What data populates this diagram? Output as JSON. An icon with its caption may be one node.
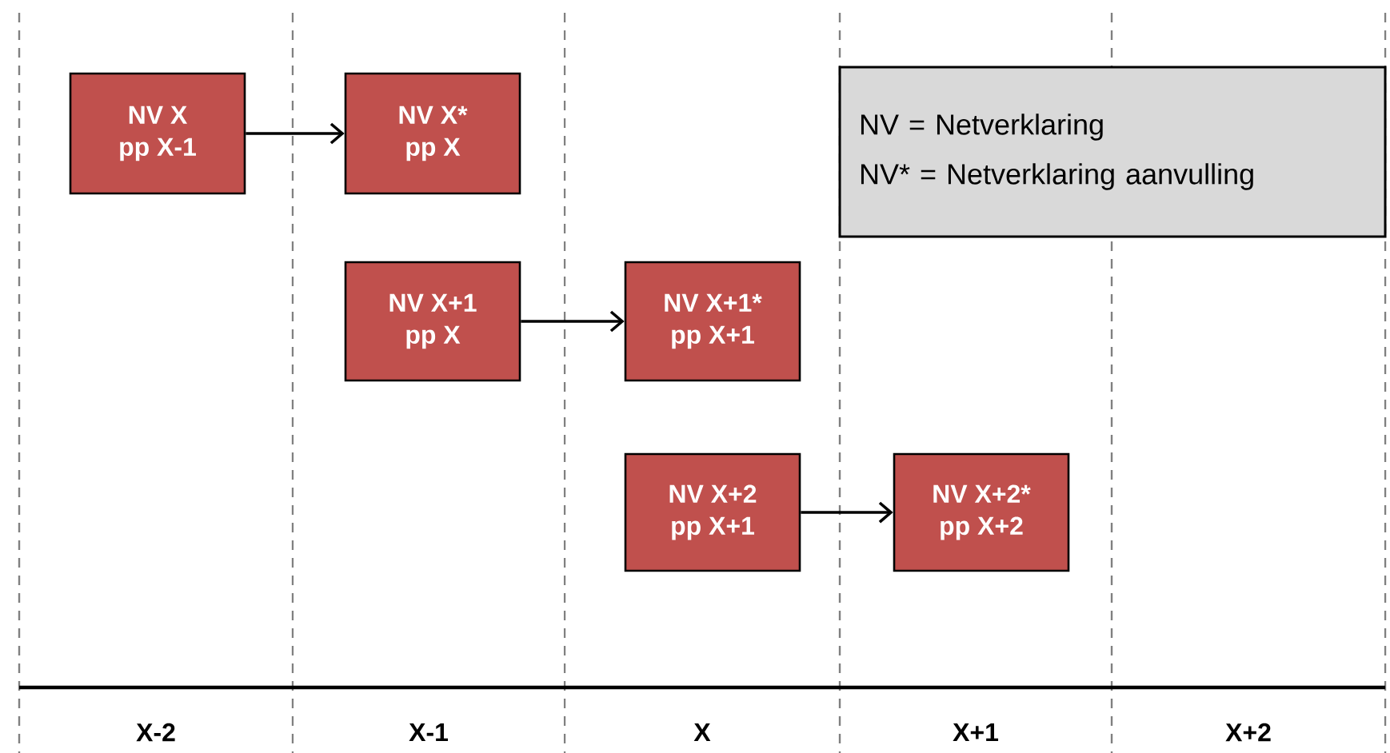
{
  "diagram": {
    "nodes": [
      {
        "text": [
          "NV X",
          "pp X-1"
        ]
      },
      {
        "text": [
          "NV X*",
          "pp X"
        ]
      },
      {
        "text": [
          "NV X+1",
          "pp X"
        ]
      },
      {
        "text": [
          "NV X+1*",
          "pp X+1"
        ]
      },
      {
        "text": [
          "NV X+2",
          "pp X+1"
        ]
      },
      {
        "text": [
          "NV X+2*",
          "pp X+2"
        ]
      },
      {
        "text": [
          "NV = Netverklaring",
          "NV* = Netverklaring  aanvulling"
        ]
      }
    ],
    "edges": [
      {
        "from": 0,
        "to": 1,
        "arrow": "to"
      },
      {
        "from": 2,
        "to": 3,
        "arrow": "to"
      },
      {
        "from": 4,
        "to": 5,
        "arrow": "to"
      }
    ],
    "labels": [
      "X-2",
      "X-1",
      "X",
      "X+1",
      "X+2"
    ]
  }
}
